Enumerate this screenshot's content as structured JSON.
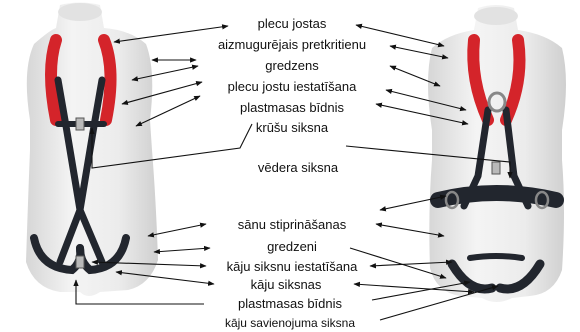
{
  "labels": {
    "shoulder_straps": "plecu jostas",
    "rear_fall_arrest": "aizmugurējais pretkritienu",
    "ring_d": "gredzens",
    "shoulder_adjust": "plecu jostu iestatīšana",
    "plastic_buckle_top": "plastmasas bīdnis",
    "chest_strap": "krūšu siksna",
    "waist_belt": "vēdera siksna",
    "side_attach": "sānu stiprināšanas",
    "rings": "gredzeni",
    "leg_adjust": "kāju siksnu iestatīšana",
    "leg_straps": "kāju siksnas",
    "plastic_buckle_bottom": "plastmasas bīdnis",
    "leg_connect": "kāju savienojuma siksna"
  },
  "colors": {
    "webbing_red": "#d4242a",
    "webbing_dark": "#22262e",
    "mannequin": "#ececec",
    "text": "#111111"
  }
}
